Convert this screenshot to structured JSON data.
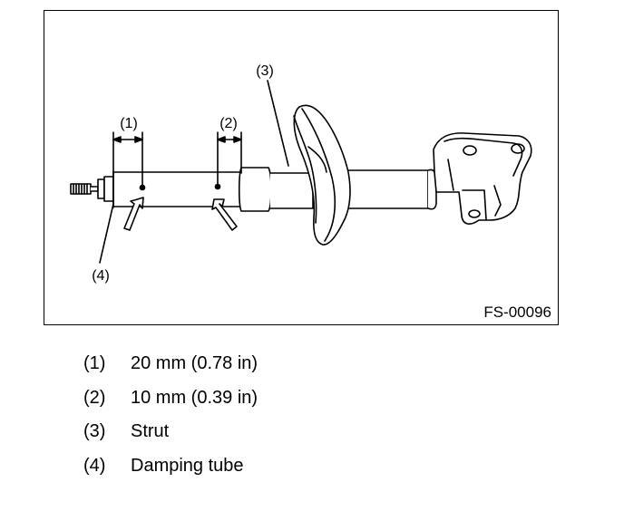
{
  "figure": {
    "id": "FS-00096",
    "callouts": {
      "c1": "(1)",
      "c2": "(2)",
      "c3": "(3)",
      "c4": "(4)"
    }
  },
  "legend": [
    {
      "num": "(1)",
      "text": "20 mm (0.78 in)"
    },
    {
      "num": "(2)",
      "text": "10 mm (0.39 in)"
    },
    {
      "num": "(3)",
      "text": "Strut"
    },
    {
      "num": "(4)",
      "text": "Damping tube"
    }
  ]
}
